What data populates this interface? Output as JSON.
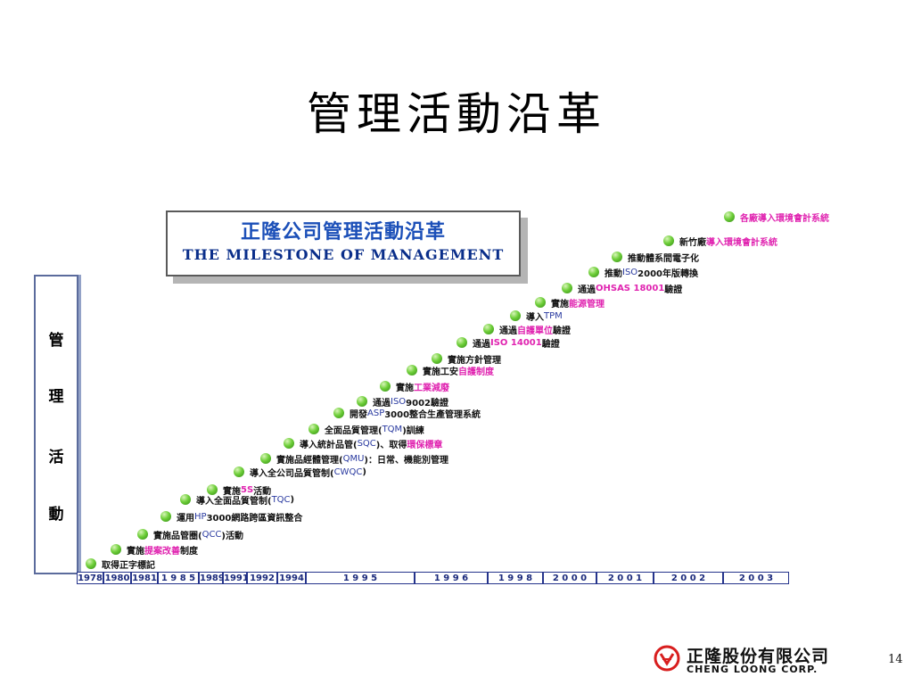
{
  "slide_title": "管理活動沿革",
  "banner": {
    "title_cn": "正隆公司管理活動沿革",
    "title_en": "THE MILESTONE OF MANAGEMENT"
  },
  "vertical_label": [
    "管",
    "理",
    "活",
    "動"
  ],
  "years": [
    "1978",
    "1980",
    "1981",
    "1 9 8 5",
    "1989",
    "1991",
    "1992",
    "1994",
    "1 9 9 5",
    "1 9 9 6",
    "1 9 9 8",
    "2 0 0 0",
    "2 0 0 1",
    "2 0 0 2",
    "2 0 0 3"
  ],
  "milestones": [
    [
      {
        "t": "取得正字標記"
      }
    ],
    [
      {
        "t": "實施"
      },
      {
        "t": "提案改善",
        "c": "mag"
      },
      {
        "t": "制度"
      }
    ],
    [
      {
        "t": "實施品管圈("
      },
      {
        "t": "QCC",
        "c": "blu"
      },
      {
        "t": ")活動"
      }
    ],
    [
      {
        "t": "運用"
      },
      {
        "t": "HP",
        "c": "blu"
      },
      {
        "t": "3000網路跨區資訊整合"
      }
    ],
    [
      {
        "t": "導入全面品質管制("
      },
      {
        "t": "TQC",
        "c": "blu"
      },
      {
        "t": ")"
      }
    ],
    [
      {
        "t": "實施"
      },
      {
        "t": "5S",
        "c": "mag"
      },
      {
        "t": "活動"
      }
    ],
    [
      {
        "t": "導入全公司品質管制("
      },
      {
        "t": "CWQC",
        "c": "blu"
      },
      {
        "t": ")"
      }
    ],
    [
      {
        "t": "實施品經體管理("
      },
      {
        "t": "QMU",
        "c": "blu"
      },
      {
        "t": ")：日常、機能別管理"
      }
    ],
    [
      {
        "t": "導入統計品管("
      },
      {
        "t": "SQC",
        "c": "blu"
      },
      {
        "t": ")、取得"
      },
      {
        "t": "環保標章",
        "c": "mag"
      }
    ],
    [
      {
        "t": "全面品質管理("
      },
      {
        "t": "TQM",
        "c": "blu"
      },
      {
        "t": ")訓練"
      }
    ],
    [
      {
        "t": "開發"
      },
      {
        "t": "ASP",
        "c": "blu"
      },
      {
        "t": "3000整合生產管理系統"
      }
    ],
    [
      {
        "t": "通過"
      },
      {
        "t": "ISO",
        "c": "blu"
      },
      {
        "t": " 9002驗證"
      }
    ],
    [
      {
        "t": "實施"
      },
      {
        "t": "工業減廢",
        "c": "mag"
      }
    ],
    [
      {
        "t": "實施工安"
      },
      {
        "t": "自護制度",
        "c": "mag"
      }
    ],
    [
      {
        "t": "實施方針管理"
      }
    ],
    [
      {
        "t": "通過"
      },
      {
        "t": "ISO 14001",
        "c": "mag"
      },
      {
        "t": "驗證"
      }
    ],
    [
      {
        "t": "通過"
      },
      {
        "t": "自護單位",
        "c": "mag"
      },
      {
        "t": "驗證"
      }
    ],
    [
      {
        "t": "導入"
      },
      {
        "t": "TPM",
        "c": "blu"
      }
    ],
    [
      {
        "t": "實施"
      },
      {
        "t": "能源管理",
        "c": "mag"
      }
    ],
    [
      {
        "t": "通過"
      },
      {
        "t": "OHSAS 18001",
        "c": "mag"
      },
      {
        "t": "驗證"
      }
    ],
    [
      {
        "t": "推動"
      },
      {
        "t": "ISO",
        "c": "blu"
      },
      {
        "t": " 2000年版轉換"
      }
    ],
    [
      {
        "t": "推動體系間電子化"
      }
    ],
    [
      {
        "t": "新竹廠"
      },
      {
        "t": "導入環境會計系統",
        "c": "mag"
      }
    ],
    [
      {
        "t": "各廠導入環境會計系統",
        "c": "mag"
      }
    ]
  ],
  "logo": {
    "name_cn": "正隆股份有限公司",
    "name_en": "CHENG LOONG CORP."
  },
  "page_number": "14"
}
